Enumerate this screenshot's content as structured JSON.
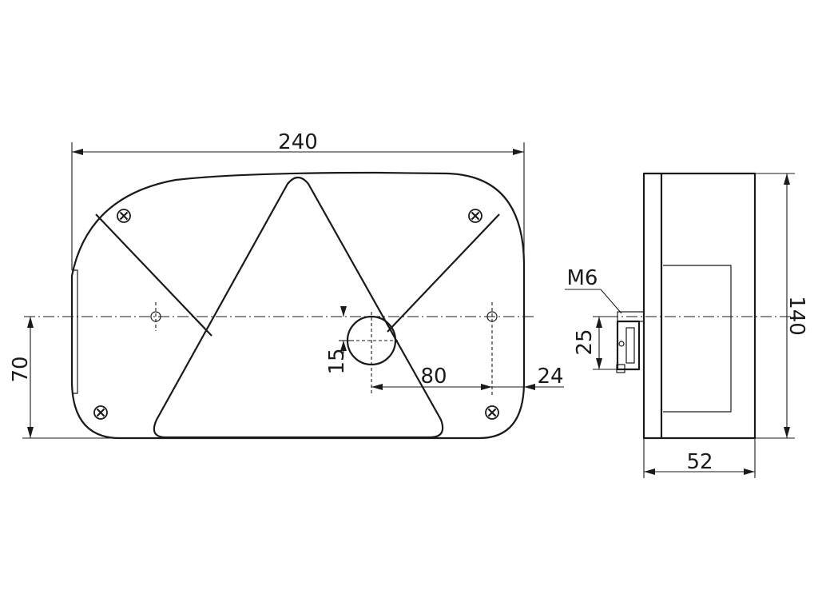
{
  "dimensions": {
    "overall_width": "240",
    "height_to_center": "70",
    "hole_offset": "15",
    "hole_to_mount": "80",
    "mount_edge": "24",
    "thread": "M6",
    "stud_spacing": "25",
    "overall_height": "140",
    "depth": "52"
  }
}
